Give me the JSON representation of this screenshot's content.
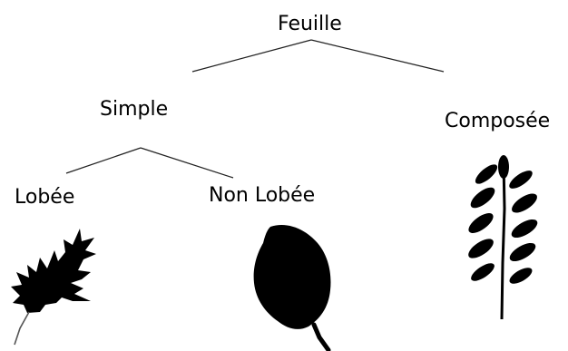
{
  "tree": {
    "root": {
      "label": "Feuille"
    },
    "simple": {
      "label": "Simple"
    },
    "compound": {
      "label": "Composée"
    },
    "lobed": {
      "label": "Lobée"
    },
    "unlobed": {
      "label": "Non Lobée"
    }
  },
  "colors": {
    "background": "#ffffff",
    "ink": "#000000",
    "lines": "#222222"
  },
  "icons": {
    "lobed": "oak-leaf-icon",
    "unlobed": "beech-leaf-icon",
    "compound": "compound-leaf-icon"
  }
}
